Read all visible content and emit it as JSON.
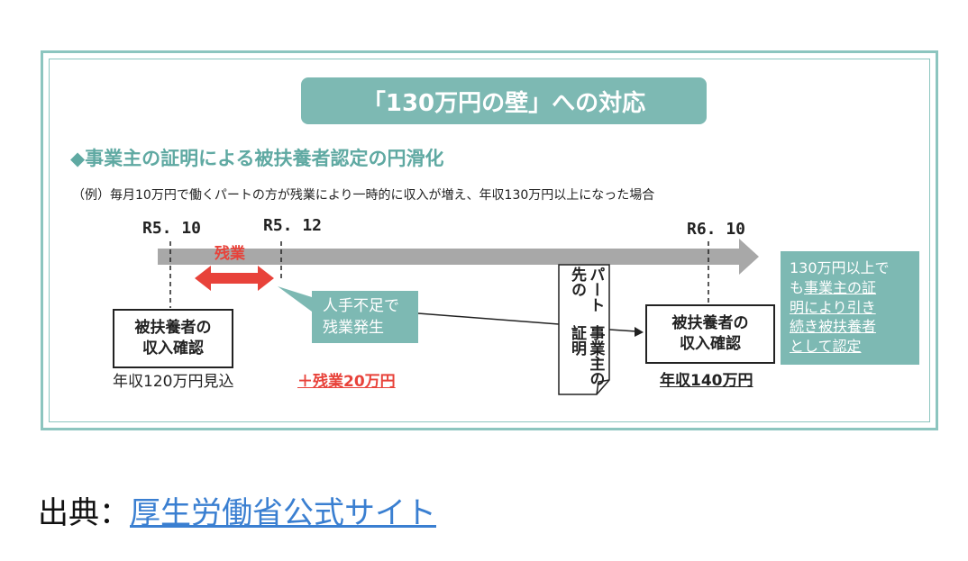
{
  "title": "「130万円の壁」への対応",
  "subtitle": "◆事業主の証明による被扶養者認定の円滑化",
  "example": "（例）毎月10万円で働くパートの方が残業により一時的に収入が増え、年収130万円以上になった場合",
  "dates": {
    "d1": "R5. 10",
    "d2": "R5. 12",
    "d3": "R6. 10"
  },
  "overtime_label": "残業",
  "left_box": {
    "line1": "被扶養者の",
    "line2": "収入確認"
  },
  "left_note": "年収120万円見込",
  "callout": {
    "line1": "人手不足で",
    "line2": "残業発生"
  },
  "overtime_amount": "＋残業20万円",
  "document": {
    "col1": "パート先の",
    "col2": "事業主の証明"
  },
  "right_box": {
    "line1": "被扶養者の",
    "line2": "収入確認"
  },
  "right_note": "年収140万円",
  "side": {
    "line1": "130万円以上で",
    "line2a": "も",
    "line2b": "事業主の証",
    "line3": "明により引き",
    "line4": "続き被扶養者",
    "line5": "として認定"
  },
  "source": {
    "label": "出典：",
    "link": "厚生労働省公式サイト"
  },
  "colors": {
    "teal": "#7db9b3",
    "red": "#e8423a",
    "gray": "#a8a8a8"
  }
}
